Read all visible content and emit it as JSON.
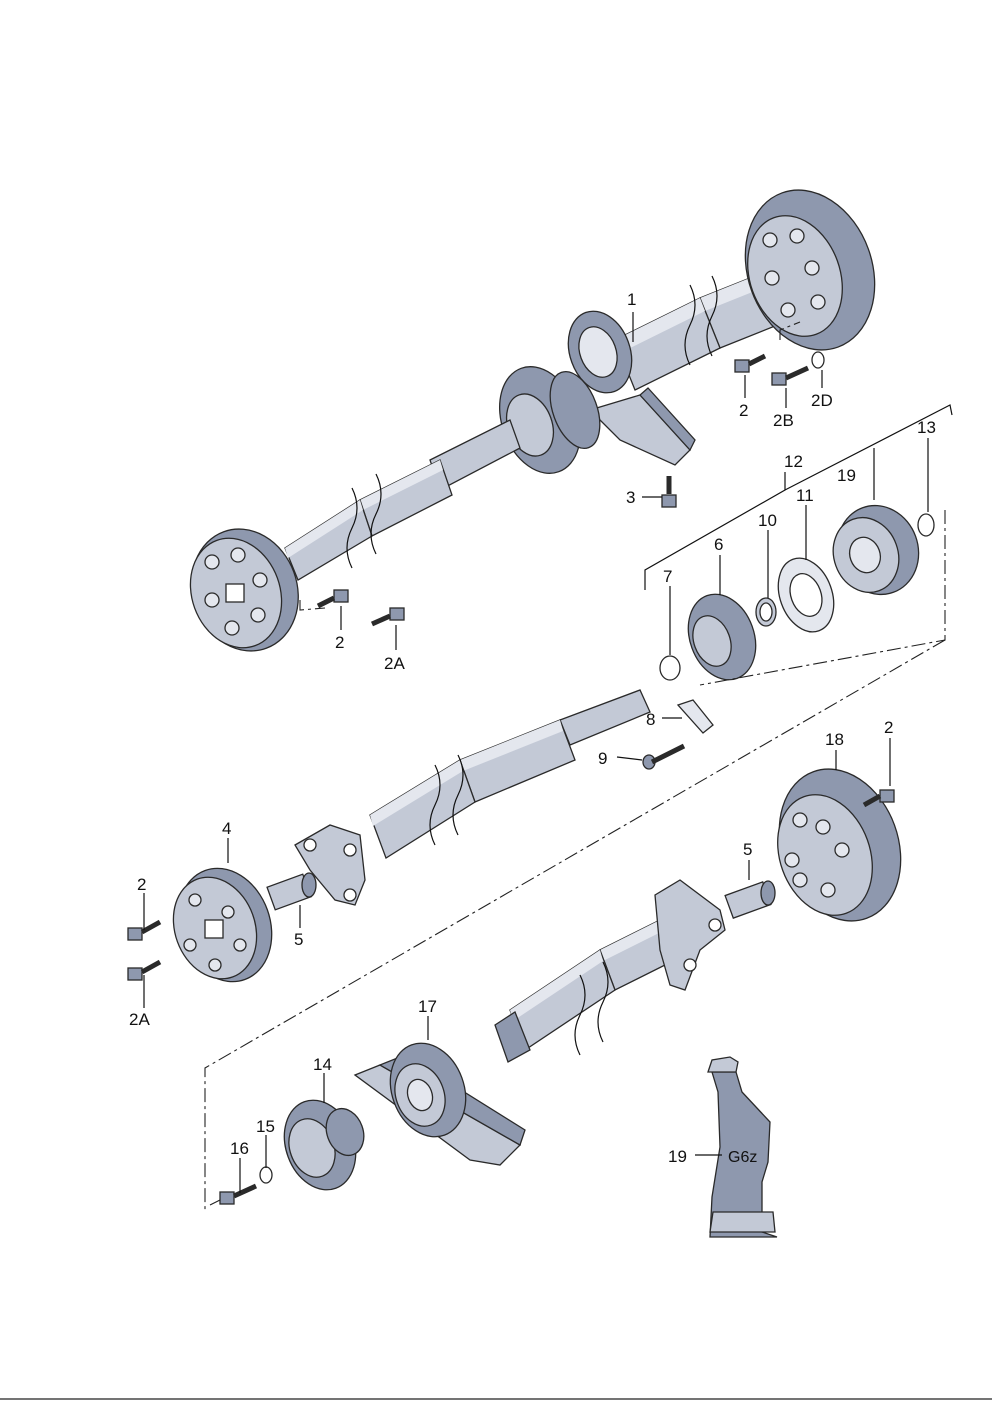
{
  "colors": {
    "part_dark": "#8e98ae",
    "part_mid": "#c3c9d6",
    "part_light": "#e4e7ee",
    "outline": "#2a2a2a",
    "background": "#ffffff"
  },
  "callouts": [
    {
      "id": "c1",
      "text": "1"
    },
    {
      "id": "c2a",
      "text": "2"
    },
    {
      "id": "c2b",
      "text": "2B"
    },
    {
      "id": "c2d",
      "text": "2D"
    },
    {
      "id": "c3",
      "text": "3"
    },
    {
      "id": "c2c",
      "text": "2"
    },
    {
      "id": "c2A1",
      "text": "2A"
    },
    {
      "id": "c12",
      "text": "12"
    },
    {
      "id": "c13",
      "text": "13"
    },
    {
      "id": "c19a",
      "text": "19"
    },
    {
      "id": "c11",
      "text": "11"
    },
    {
      "id": "c10",
      "text": "10"
    },
    {
      "id": "c6",
      "text": "6"
    },
    {
      "id": "c7",
      "text": "7"
    },
    {
      "id": "c8",
      "text": "8"
    },
    {
      "id": "c9",
      "text": "9"
    },
    {
      "id": "c18",
      "text": "18"
    },
    {
      "id": "c2e",
      "text": "2"
    },
    {
      "id": "c4",
      "text": "4"
    },
    {
      "id": "c2f",
      "text": "2"
    },
    {
      "id": "c5a",
      "text": "5"
    },
    {
      "id": "c2A2",
      "text": "2A"
    },
    {
      "id": "c5b",
      "text": "5"
    },
    {
      "id": "c17",
      "text": "17"
    },
    {
      "id": "c14",
      "text": "14"
    },
    {
      "id": "c15",
      "text": "15"
    },
    {
      "id": "c16",
      "text": "16"
    },
    {
      "id": "c19b",
      "text": "19"
    }
  ],
  "tube_label": "G6z"
}
